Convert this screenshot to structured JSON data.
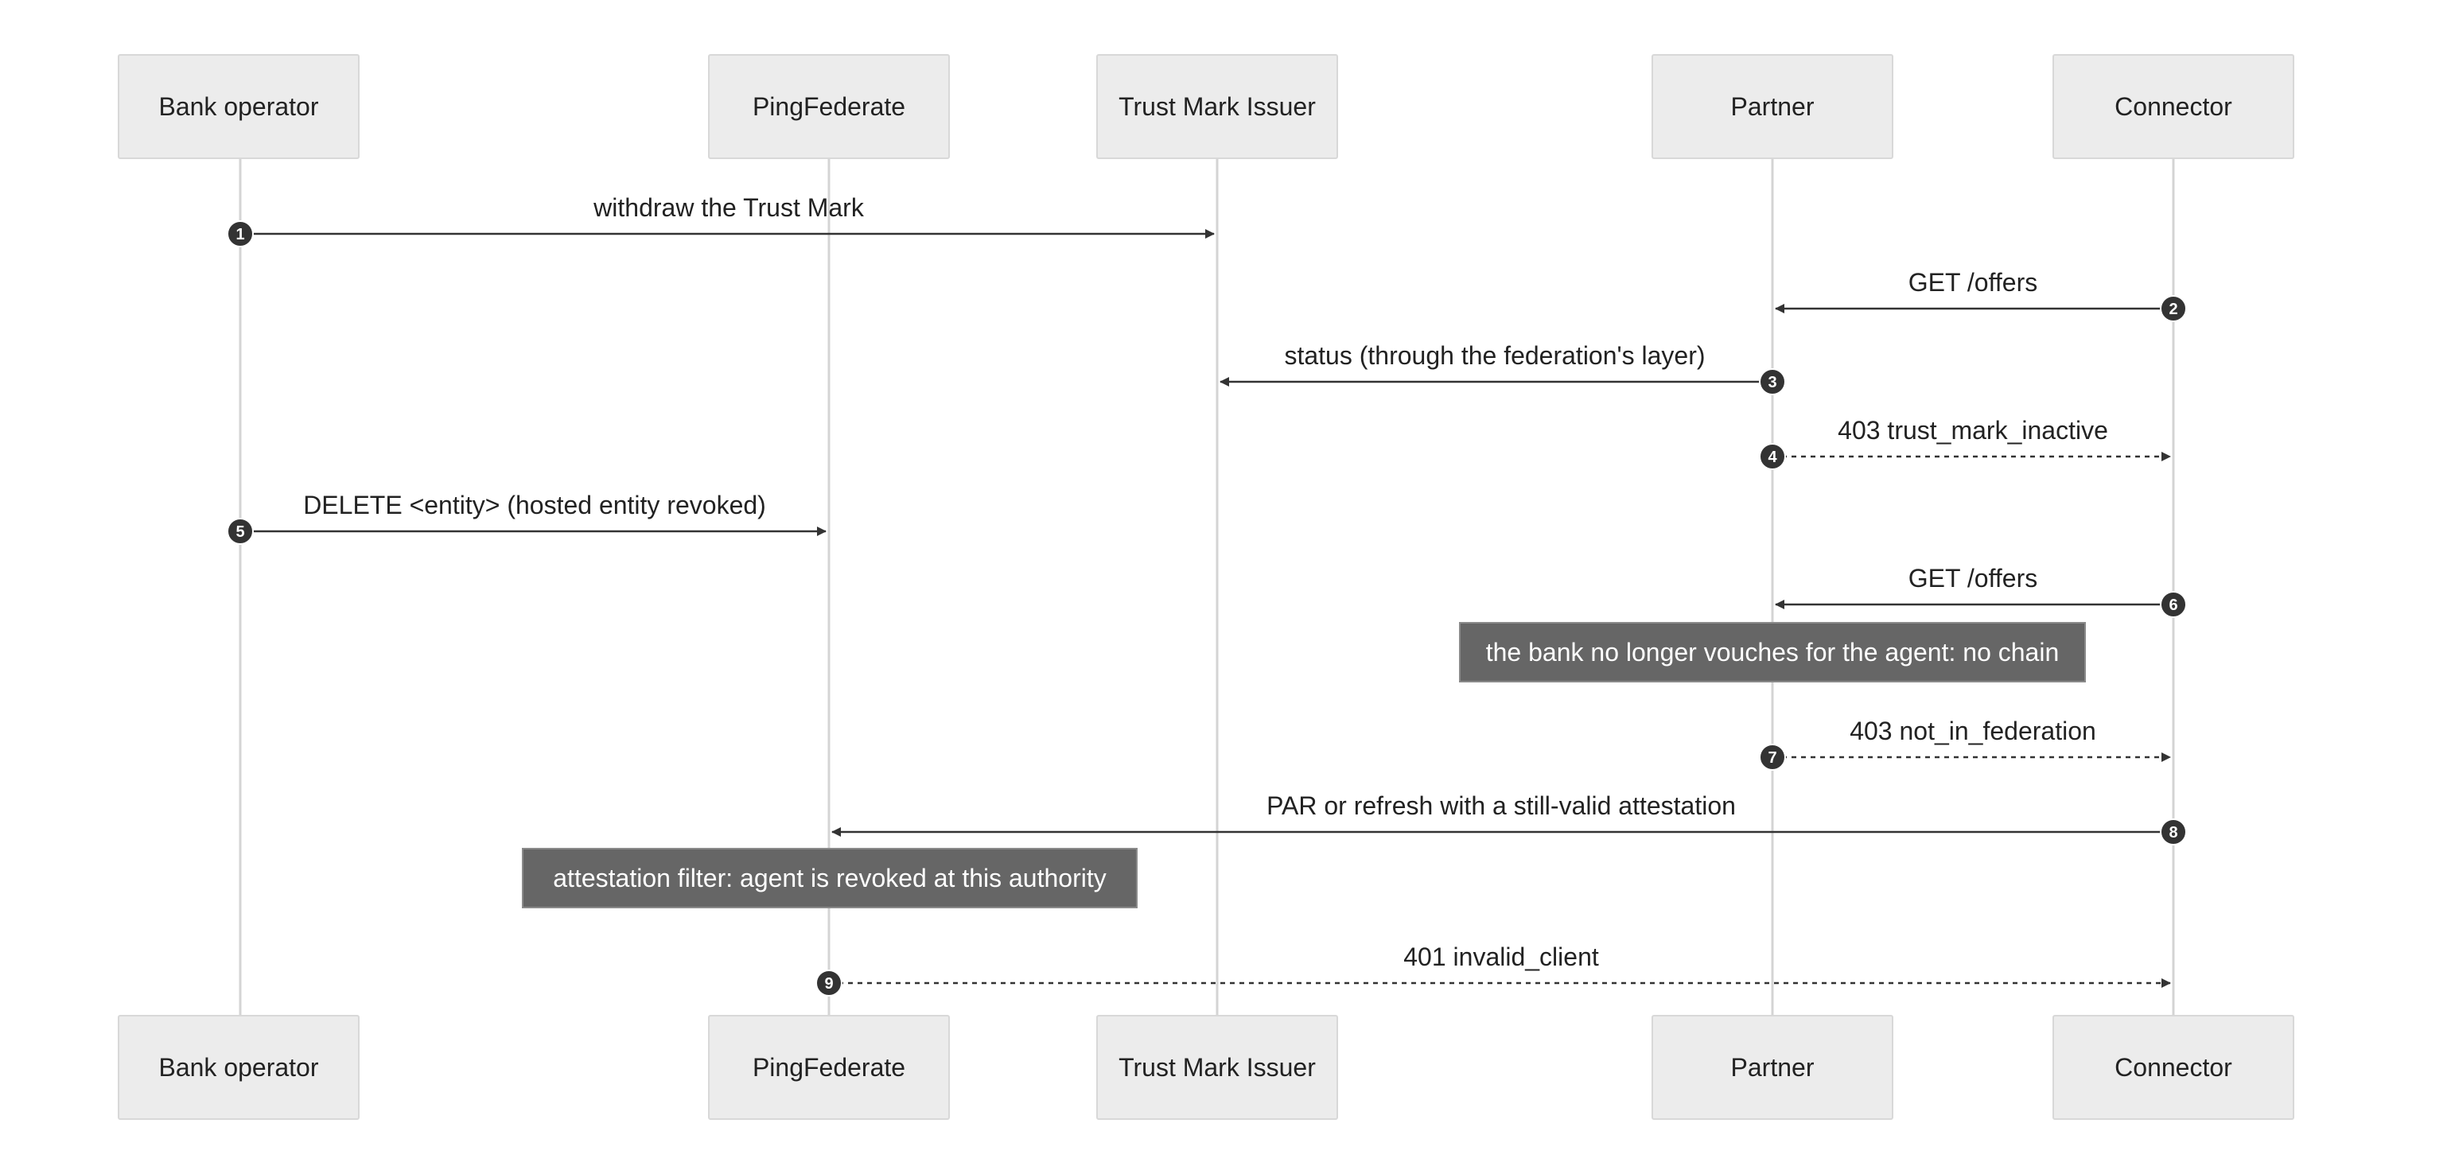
{
  "participants": [
    {
      "id": "bank",
      "label": "Bank operator"
    },
    {
      "id": "ping",
      "label": "PingFederate"
    },
    {
      "id": "tmi",
      "label": "Trust Mark Issuer"
    },
    {
      "id": "partner",
      "label": "Partner"
    },
    {
      "id": "connector",
      "label": "Connector"
    }
  ],
  "messages": [
    {
      "step": "1",
      "from": "bank",
      "to": "tmi",
      "label": "withdraw the Trust Mark",
      "style": "solid"
    },
    {
      "step": "2",
      "from": "connector",
      "to": "partner",
      "label": "GET /offers",
      "style": "solid"
    },
    {
      "step": "3",
      "from": "partner",
      "to": "tmi",
      "label": "status (through the federation's layer)",
      "style": "solid"
    },
    {
      "step": "4",
      "from": "partner",
      "to": "connector",
      "label": "403 trust_mark_inactive",
      "style": "dashed"
    },
    {
      "step": "5",
      "from": "bank",
      "to": "ping",
      "label": "DELETE <entity> (hosted entity revoked)",
      "style": "solid"
    },
    {
      "step": "6",
      "from": "connector",
      "to": "partner",
      "label": "GET /offers",
      "style": "solid"
    },
    {
      "step": "7",
      "from": "partner",
      "to": "connector",
      "label": "403 not_in_federation",
      "style": "dashed"
    },
    {
      "step": "8",
      "from": "connector",
      "to": "ping",
      "label": "PAR or refresh with a still-valid attestation",
      "style": "solid"
    },
    {
      "step": "9",
      "from": "ping",
      "to": "connector",
      "label": "401 invalid_client",
      "style": "dashed"
    }
  ],
  "notes": [
    {
      "over": "partner",
      "text": "the bank no longer vouches for the agent: no chain"
    },
    {
      "over": "ping",
      "text": "attestation filter: agent is revoked at this authority"
    }
  ],
  "colors": {
    "lifeline": "#d4d4d4",
    "arrow": "#333333",
    "badge": "#333333",
    "note_fill": "#666666",
    "actor_fill": "#ececec"
  }
}
